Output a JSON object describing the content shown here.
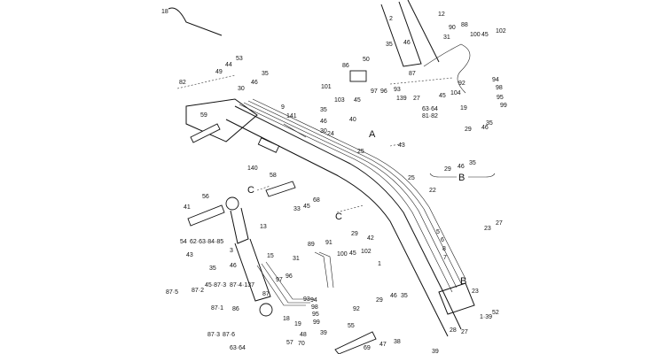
{
  "diagram": {
    "title": "Boom hydraulic piping parts diagram",
    "section_marks": [
      "A",
      "B",
      "B",
      "C",
      "C"
    ],
    "labels": [
      "18",
      "2",
      "12",
      "90",
      "88",
      "100",
      "45",
      "102",
      "35",
      "46",
      "31",
      "53",
      "44",
      "49",
      "50",
      "86",
      "35",
      "46",
      "30",
      "87",
      "101",
      "97",
      "96",
      "93",
      "92",
      "94",
      "98",
      "95",
      "99",
      "103",
      "45",
      "139",
      "27",
      "45",
      "104",
      "63·64",
      "81·82",
      "19",
      "82",
      "59",
      "9",
      "141",
      "35",
      "46",
      "30",
      "40",
      "43",
      "24",
      "140",
      "25",
      "29",
      "46",
      "35",
      "46",
      "35",
      "29",
      "58",
      "22",
      "25",
      "56",
      "41",
      "62·63·84·85",
      "54",
      "43",
      "68",
      "45",
      "33",
      "29",
      "42",
      "27",
      "23",
      "13",
      "3",
      "15",
      "89",
      "91",
      "100",
      "45",
      "102",
      "31",
      "1",
      "5",
      "6",
      "8",
      "7",
      "35",
      "46",
      "45·87·3",
      "87·4·137",
      "97",
      "96",
      "93",
      "94",
      "98",
      "95",
      "99",
      "92",
      "87·5",
      "87·2",
      "87",
      "86",
      "87·1",
      "18",
      "19",
      "87·3",
      "87·6",
      "63·64",
      "29",
      "46",
      "35",
      "23",
      "1·39",
      "52",
      "28",
      "27",
      "55",
      "69",
      "47",
      "38",
      "39",
      "48",
      "70",
      "57",
      "39"
    ]
  }
}
